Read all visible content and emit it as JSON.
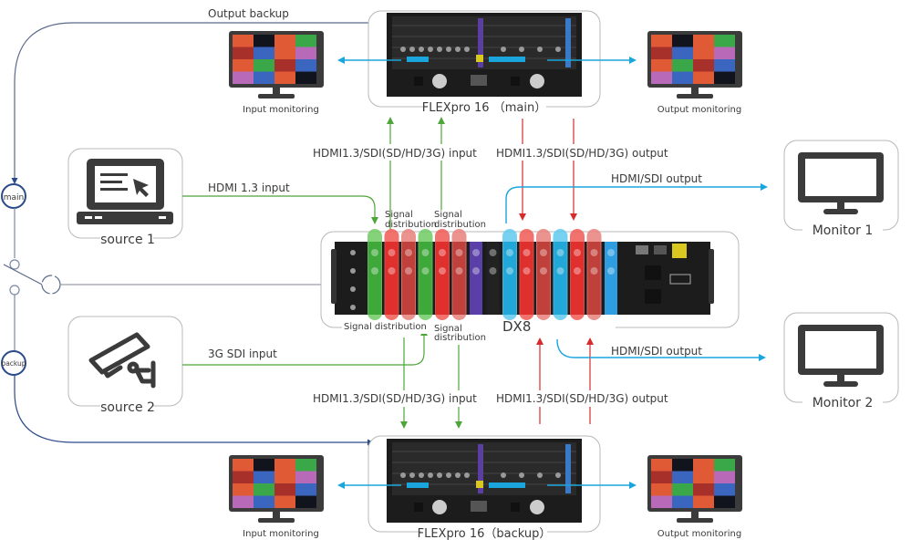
{
  "colors": {
    "green": "#4ea53a",
    "red": "#d72a2a",
    "blue": "#1aa6dc",
    "navy": "#2a4a8a",
    "line_gray": "#9aa0aa",
    "device_black": "#1c1c1c",
    "icon_dark": "#3b3b3b"
  },
  "labels": {
    "output_backup": "Output backup",
    "input_monitoring_top": "Input monitoring",
    "output_monitoring_top": "Output monitoring",
    "flexpro_main": "FLEXpro 16 （main）",
    "input_top": "HDMI1.3/SDI(SD/HD/3G)  input",
    "output_top": "HDMI1.3/SDI(SD/HD/3G) output",
    "hdmi_sdi_output_1": "HDMI/SDI output",
    "monitor_1": "Monitor 1",
    "source_1": "source 1",
    "hdmi13_input": "HDMI 1.3 input",
    "signal_dist_a1": "Signal",
    "signal_dist_a2": "distribution",
    "signal_dist_b1": "Signal",
    "signal_dist_b2": "distribution",
    "main_badge": "main",
    "dx8": "DX8",
    "signal_dist_c": "Signal distribution",
    "signal_dist_d1": "Signal",
    "signal_dist_d2": "distribution",
    "backup_badge": "backup",
    "source_2": "source 2",
    "sdi3g_input": "3G SDI input",
    "hdmi_sdi_output_2": "HDMI/SDI output",
    "monitor_2": "Monitor 2",
    "input_bottom": "HDMI1.3/SDI(SD/HD/3G)  input",
    "output_bottom": "HDMI1.3/SDI(SD/HD/3G) output",
    "input_monitoring_bottom": "Input monitoring",
    "output_monitoring_bottom": "Output monitoring",
    "flexpro_backup": "FLEXpro 16（backup）"
  },
  "icons": {
    "source_1": "laptop-icon",
    "source_2": "cctv-camera-icon",
    "monitor": "monitor-icon"
  },
  "mosaic_colors": [
    [
      "#e05a35",
      "#11141c",
      "#e05a35",
      "#3aa848"
    ],
    [
      "#a8302a",
      "#3a66c0",
      "#e05a35",
      "#b86ab8"
    ],
    [
      "#e05a35",
      "#3aa848",
      "#a8302a",
      "#3a66c0"
    ],
    [
      "#b86ab8",
      "#3a66c0",
      "#e05a35",
      "#11141c"
    ]
  ],
  "dx8_channels": [
    "green",
    "red",
    "lightred",
    "green",
    "red",
    "lightred",
    "purple",
    "black",
    "blue",
    "red",
    "lightred",
    "blue",
    "red",
    "lightred",
    "bluepanel"
  ]
}
